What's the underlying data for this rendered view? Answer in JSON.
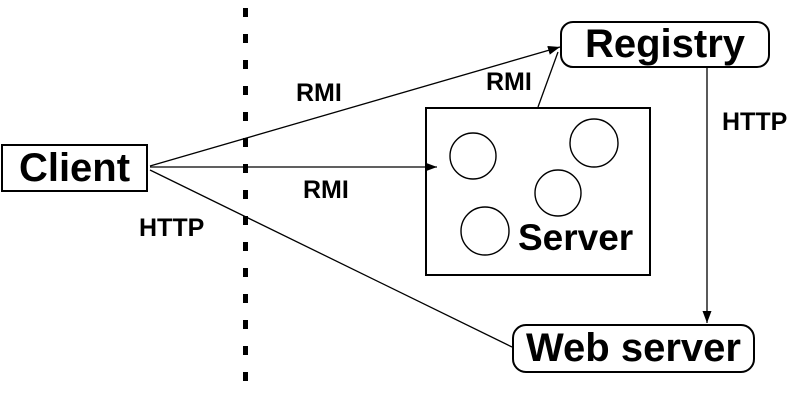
{
  "diagram": {
    "colors": {
      "line": "#000000",
      "background": "#ffffff",
      "text": "#000000"
    },
    "nodes": {
      "client": {
        "label": "Client",
        "shape": "rectangle"
      },
      "registry": {
        "label": "Registry",
        "shape": "rounded-rectangle"
      },
      "server": {
        "label": "Server",
        "shape": "rectangle",
        "circle_count": 4
      },
      "web_server": {
        "label": "Web server",
        "shape": "rounded-rectangle"
      }
    },
    "edges": [
      {
        "from": "client",
        "to": "registry",
        "label": "RMI",
        "arrowhead": true
      },
      {
        "from": "server",
        "to": "registry",
        "label": "RMI",
        "arrowhead": false
      },
      {
        "from": "client",
        "to": "server",
        "label": "RMI",
        "arrowhead": true
      },
      {
        "from": "client",
        "to": "web_server",
        "label": "HTTP",
        "arrowhead": false
      },
      {
        "from": "registry",
        "to": "web_server",
        "label": "HTTP",
        "arrowhead": true
      }
    ],
    "separator": {
      "type": "vertical-dotted-line"
    }
  }
}
